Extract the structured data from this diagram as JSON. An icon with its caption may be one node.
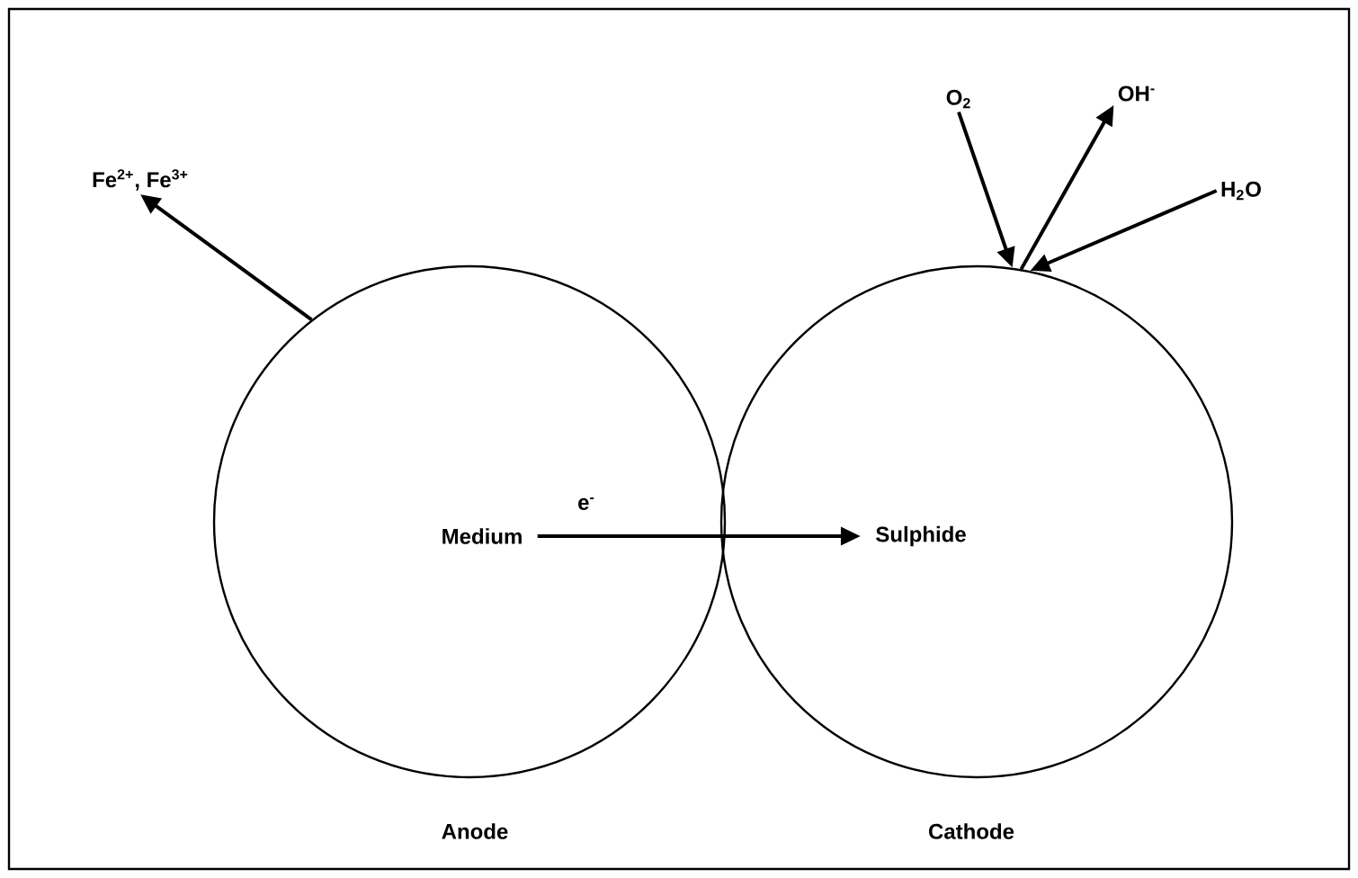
{
  "diagram": {
    "nodes": [
      {
        "text": [],
        "shape": "circle",
        "beside": [
          "Anode"
        ]
      },
      {
        "text": [],
        "shape": "circle",
        "beside": [
          "Cathode"
        ]
      },
      {
        "text": [
          "Medium"
        ],
        "in": 0
      },
      {
        "text": [
          "Sulphide"
        ],
        "in": 1
      },
      {
        "text": [
          "Fe$^{2+}$, Fe$^{3+}$"
        ]
      },
      {
        "text": [
          "O$_{2}$"
        ]
      },
      {
        "text": [
          "OH$^{-}$"
        ]
      },
      {
        "text": [
          "H$_{2}$O"
        ]
      }
    ],
    "edges": [
      {
        "from": 2,
        "to": 3,
        "arrow": "to",
        "label": "e$^{-}$"
      },
      {
        "from": 0,
        "to": 4,
        "arrow": "to"
      },
      {
        "from": 5,
        "to": 1,
        "arrow": "to"
      },
      {
        "from": 1,
        "to": 6,
        "arrow": "to"
      },
      {
        "from": 7,
        "to": 1,
        "arrow": "to"
      }
    ]
  }
}
